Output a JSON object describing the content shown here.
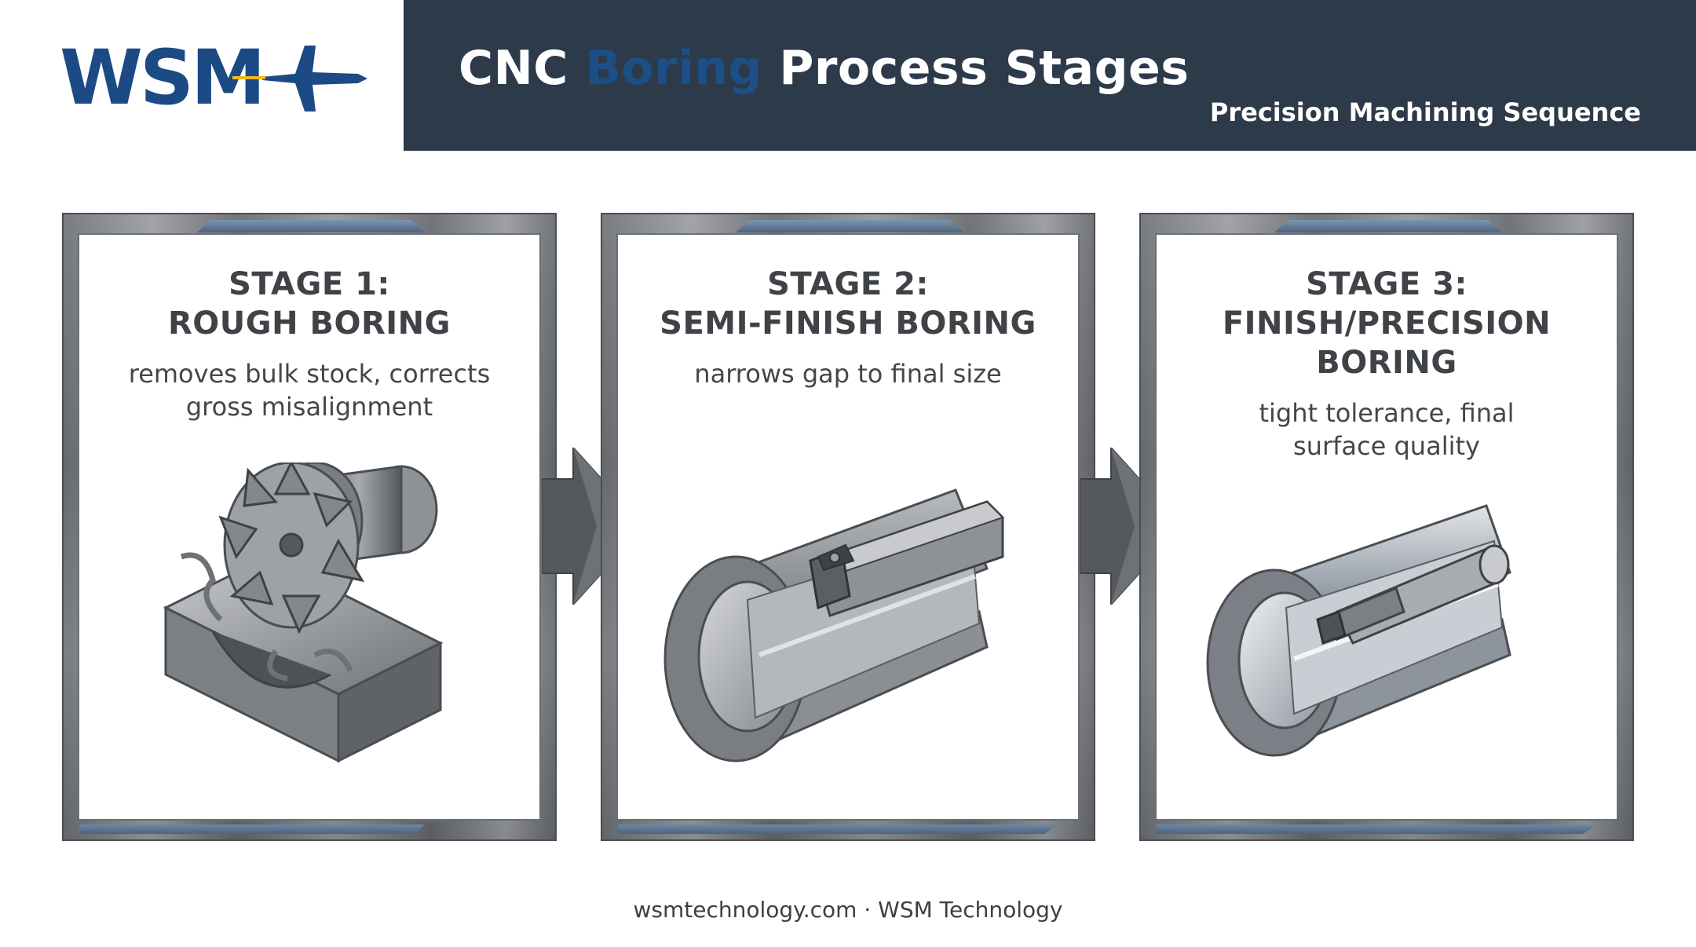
{
  "logo": {
    "text_dark": "WS",
    "text_accent": "M",
    "plane_icon": "fighter-jet-icon",
    "colors": {
      "dark": "#1b4a85",
      "accent": "#f2b81c"
    }
  },
  "header": {
    "title_prefix": "CNC ",
    "title_highlight": "Boring",
    "title_suffix": " Process Stages",
    "subtitle": "Precision Machining Sequence",
    "colors": {
      "bar": "#2c3a49",
      "highlight": "#1b4f86"
    }
  },
  "stages": [
    {
      "title_line1": "STAGE 1:",
      "title_line2": "ROUGH BORING",
      "title_line3": "",
      "desc_line1": "removes bulk stock, corrects",
      "desc_line2": "gross misalignment",
      "illustration": "rough-boring-cutter-icon"
    },
    {
      "title_line1": "STAGE 2:",
      "title_line2": "SEMI-FINISH BORING",
      "title_line3": "",
      "desc_line1": "narrows gap to final size",
      "desc_line2": "",
      "illustration": "boring-bar-insert-icon"
    },
    {
      "title_line1": "STAGE 3:",
      "title_line2": "FINISH/PRECISION",
      "title_line3": "BORING",
      "desc_line1": "tight tolerance, final",
      "desc_line2": "surface quality",
      "illustration": "precision-boring-bar-icon"
    }
  ],
  "footer": {
    "text": "wsmtechnology.com · WSM Technology"
  }
}
